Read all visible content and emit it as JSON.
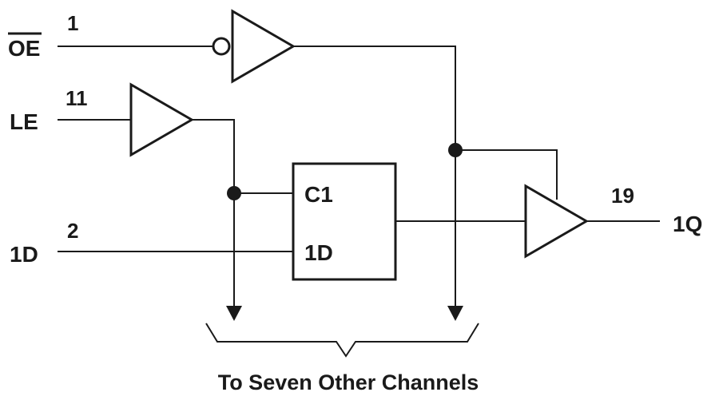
{
  "signals": {
    "oe": {
      "label": "OE",
      "pin": "1"
    },
    "le": {
      "label": "LE",
      "pin": "11"
    },
    "d": {
      "label": "1D",
      "pin": "2"
    },
    "q": {
      "label": "1Q",
      "pin": "19"
    }
  },
  "latch": {
    "clock_label": "C1",
    "data_label": "1D"
  },
  "caption": "To Seven Other Channels"
}
